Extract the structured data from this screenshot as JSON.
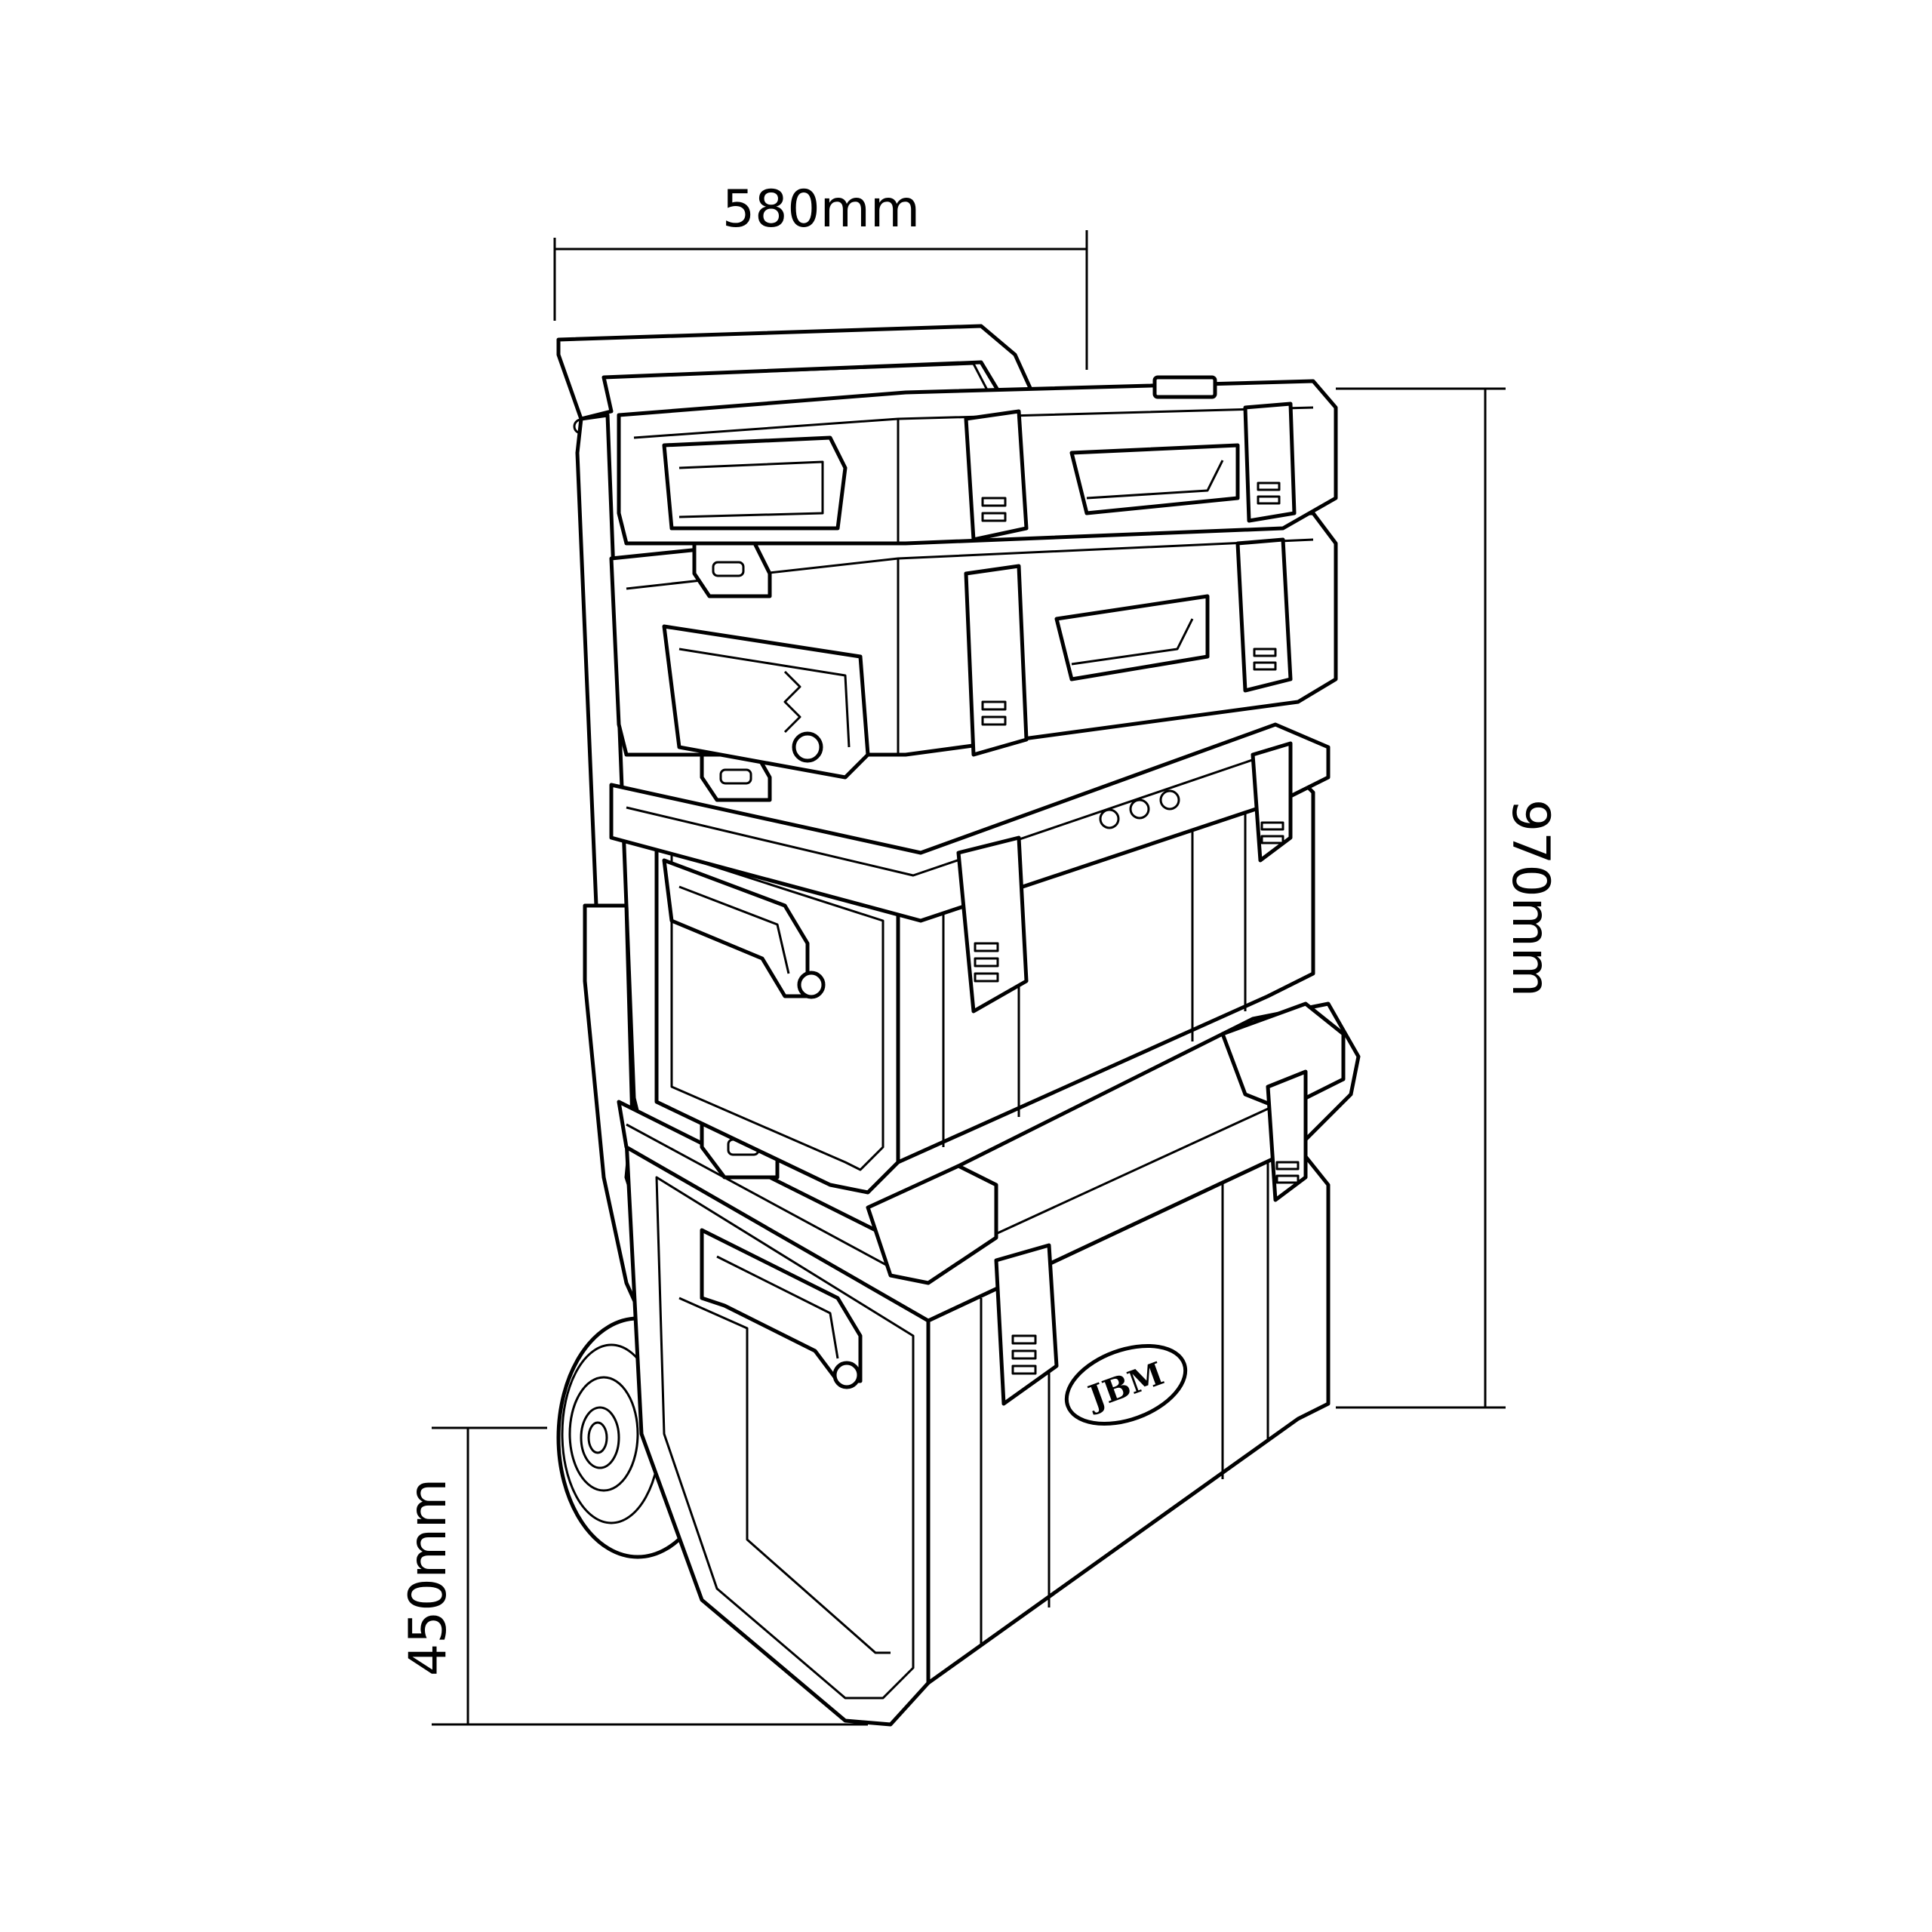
{
  "dimensions": {
    "width_label": "580mm",
    "height_label": "970mm",
    "bottom_height_label": "450mm"
  },
  "brand": {
    "logo_text": "JBM"
  }
}
